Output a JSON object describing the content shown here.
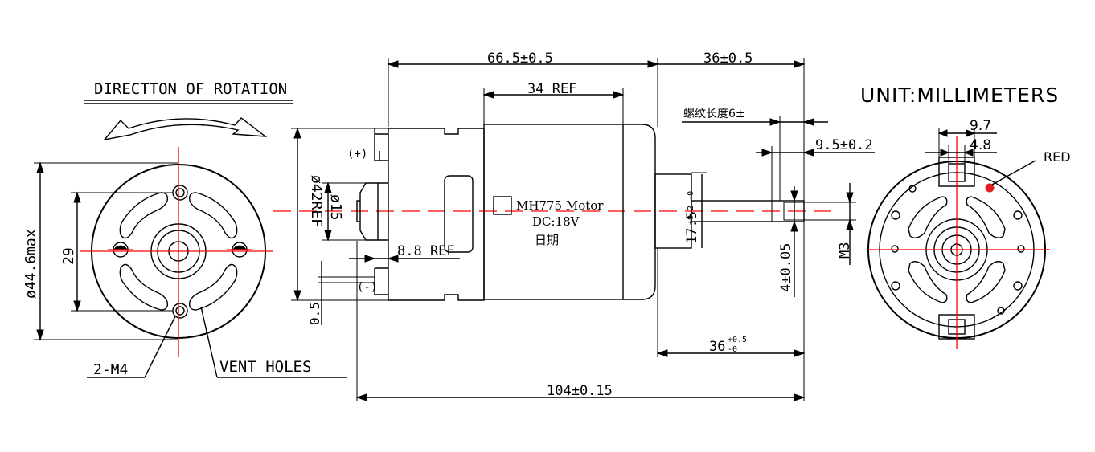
{
  "title": "",
  "colors": {
    "line": "#000000",
    "centerline": "#ff0000",
    "red_lead_dot": "#e02020",
    "background": "#ffffff"
  },
  "labels": {
    "direction": "DIRECTTON OF ROTATION",
    "unit": "UNIT:MILLIMETERS",
    "red": "RED",
    "two_m4": "2-M4",
    "vent_holes": "VENT HOLES",
    "plus": "(+)",
    "minus": "(-)",
    "motor_name": "MH775 Motor",
    "motor_voltage": "DC:18V",
    "motor_date": "日期",
    "thread_length": "螺纹长度6±"
  },
  "dimensions": {
    "d_44_6max": "ø44.6max",
    "d_29": "29",
    "d_42ref": "ø42REF",
    "d_15": "ø15",
    "d_8_8ref": "8.8 REF",
    "d_0_5": "0.5",
    "d_66_5": "66.5±0.5",
    "d_34ref": "34 REF",
    "d_36_top": "36±0.5",
    "d_9_5": "9.5±0.2",
    "d_17_5_main": "17.5",
    "d_17_5_tol": "+0.2 -0",
    "d_4": "4±0.05",
    "d_m3": "M3",
    "d_36_bottom_main": "36",
    "d_36_bottom_tol_plus": "+0.5",
    "d_36_bottom_tol_minus": "-0",
    "d_104": "104±0.15",
    "d_9_7": "9.7",
    "d_4_8": "4.8"
  }
}
